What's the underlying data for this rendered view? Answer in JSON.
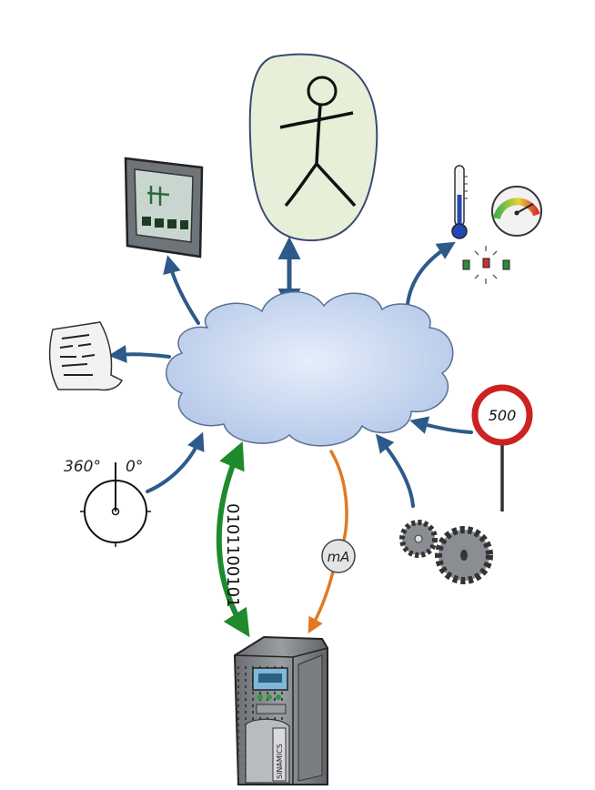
{
  "colors": {
    "arrow_blue": "#2d5a8a",
    "arrow_green": "#1e8a2e",
    "arrow_orange": "#e07a22",
    "cloud_fill": "#c7d6ef",
    "person_fill": "#e8efd9",
    "sign_red": "#cc2222"
  },
  "labels": {
    "encoder_degrees_left": "360°",
    "encoder_degrees_right": "0°",
    "speed_sign_value": "500",
    "current_unit": "mA",
    "binary_signal": "0101100101",
    "drive_brand": "SINAMICS"
  },
  "icons": [
    "hmi-panel-icon",
    "person-icon",
    "thermometer-icon",
    "gauge-icon",
    "status-lights-icon",
    "document-icon",
    "encoder-dial-icon",
    "speed-sign-icon",
    "gears-icon",
    "milliamp-meter-icon",
    "frequency-inverter-icon",
    "cloud-icon"
  ]
}
